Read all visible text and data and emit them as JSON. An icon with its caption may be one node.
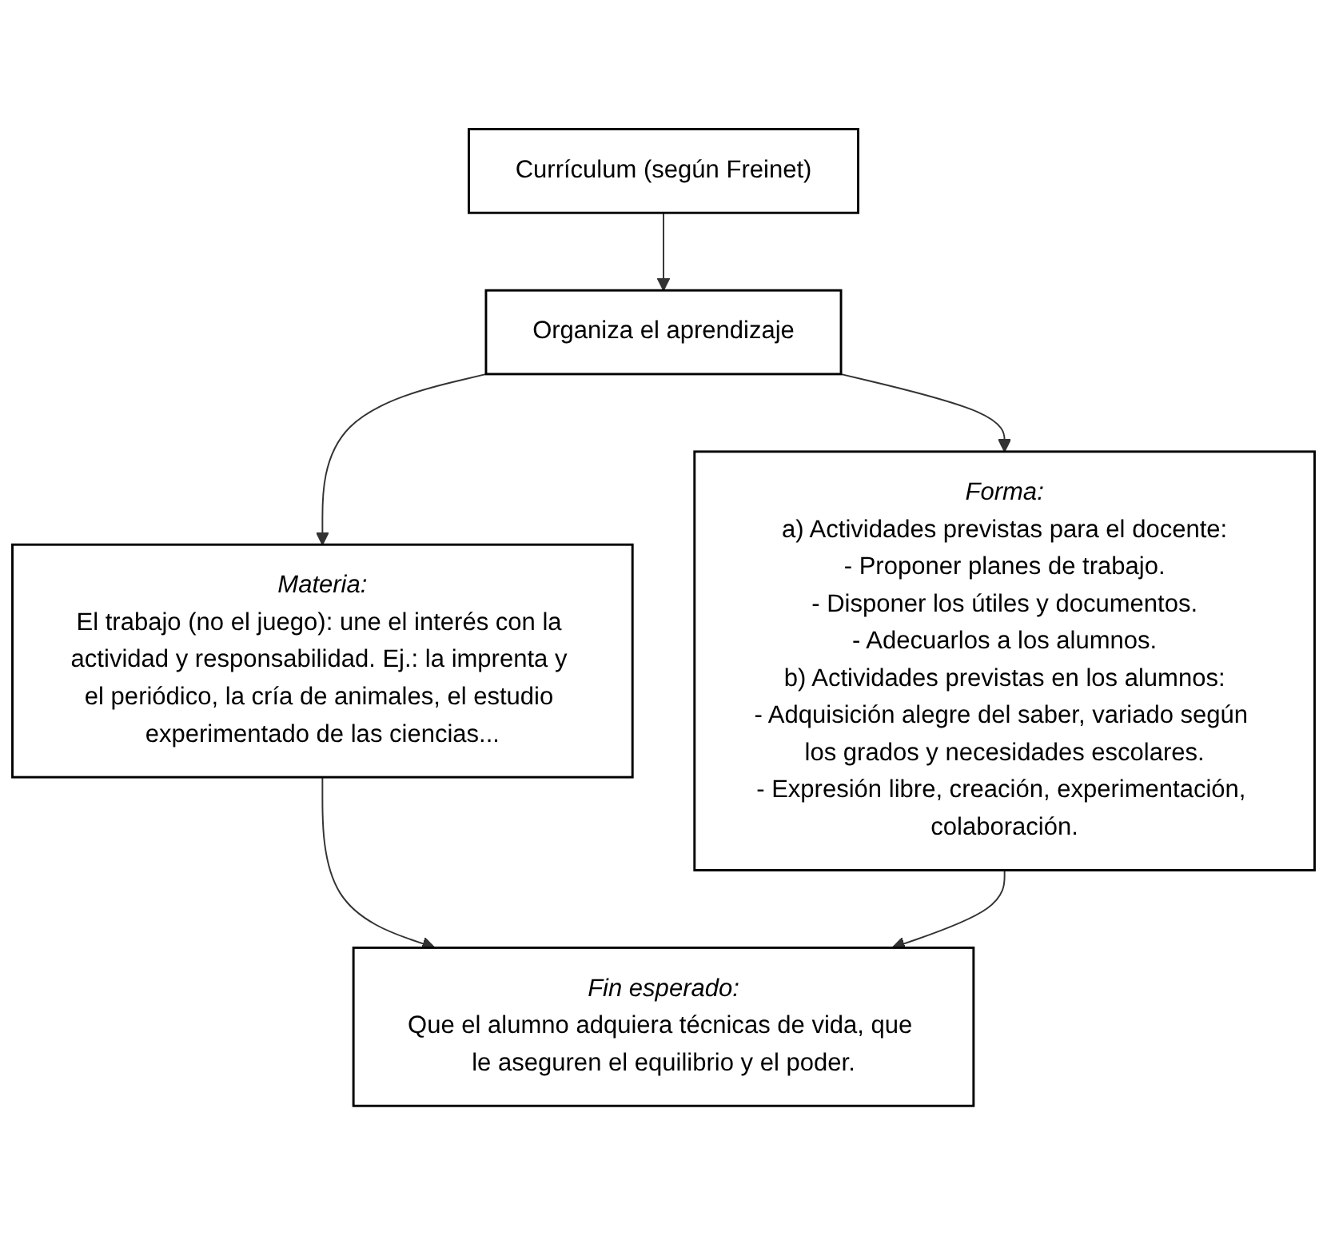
{
  "diagram": {
    "nodes": [
      {
        "text": [
          "Currículum (según Freinet)"
        ]
      },
      {
        "text": [
          "Organiza el aprendizaje"
        ]
      },
      {
        "text": [
          "Materia:",
          "El trabajo (no el juego): une el interés con la actividad y responsabilidad. Ej.: la imprenta y el periódico, la cría de animales, el estudio experimentado de las ciencias..."
        ]
      },
      {
        "text": [
          "Forma:",
          "a) Actividades previstas para el docente:",
          "- Proponer planes de trabajo.",
          "- Disponer los útiles y documentos.",
          "- Adecuarlos a los alumnos.",
          "b) Actividades previstas en los alumnos:",
          "- Adquisición alegre del saber, variado según los grados y necesidades escolares.",
          "- Expresión libre, creación, experimentación, colaboración."
        ]
      },
      {
        "text": [
          "Fin esperado:",
          "Que el alumno adquiera técnicas de vida, que le aseguren el equilibrio y el poder."
        ]
      }
    ],
    "edges": [
      {
        "from": 0,
        "to": 1,
        "arrow": "to"
      },
      {
        "from": 1,
        "to": 2,
        "arrow": "to"
      },
      {
        "from": 1,
        "to": 3,
        "arrow": "to"
      },
      {
        "from": 2,
        "to": 4,
        "arrow": "to"
      },
      {
        "from": 3,
        "to": 4,
        "arrow": "to"
      }
    ]
  }
}
